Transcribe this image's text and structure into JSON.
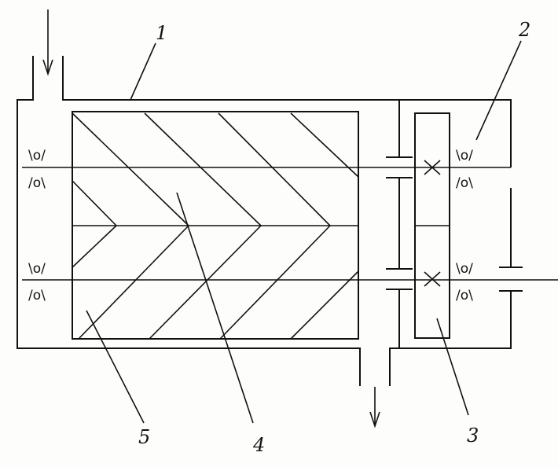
{
  "labels": {
    "l1": "1",
    "l2": "2",
    "l3": "3",
    "l4": "4",
    "l5": "5"
  },
  "bearing_symbol": "\\o/",
  "bearing_symbol_inverted": "/o\\",
  "colors": {
    "ink": "#111111",
    "paper": "#fdfdfc"
  }
}
